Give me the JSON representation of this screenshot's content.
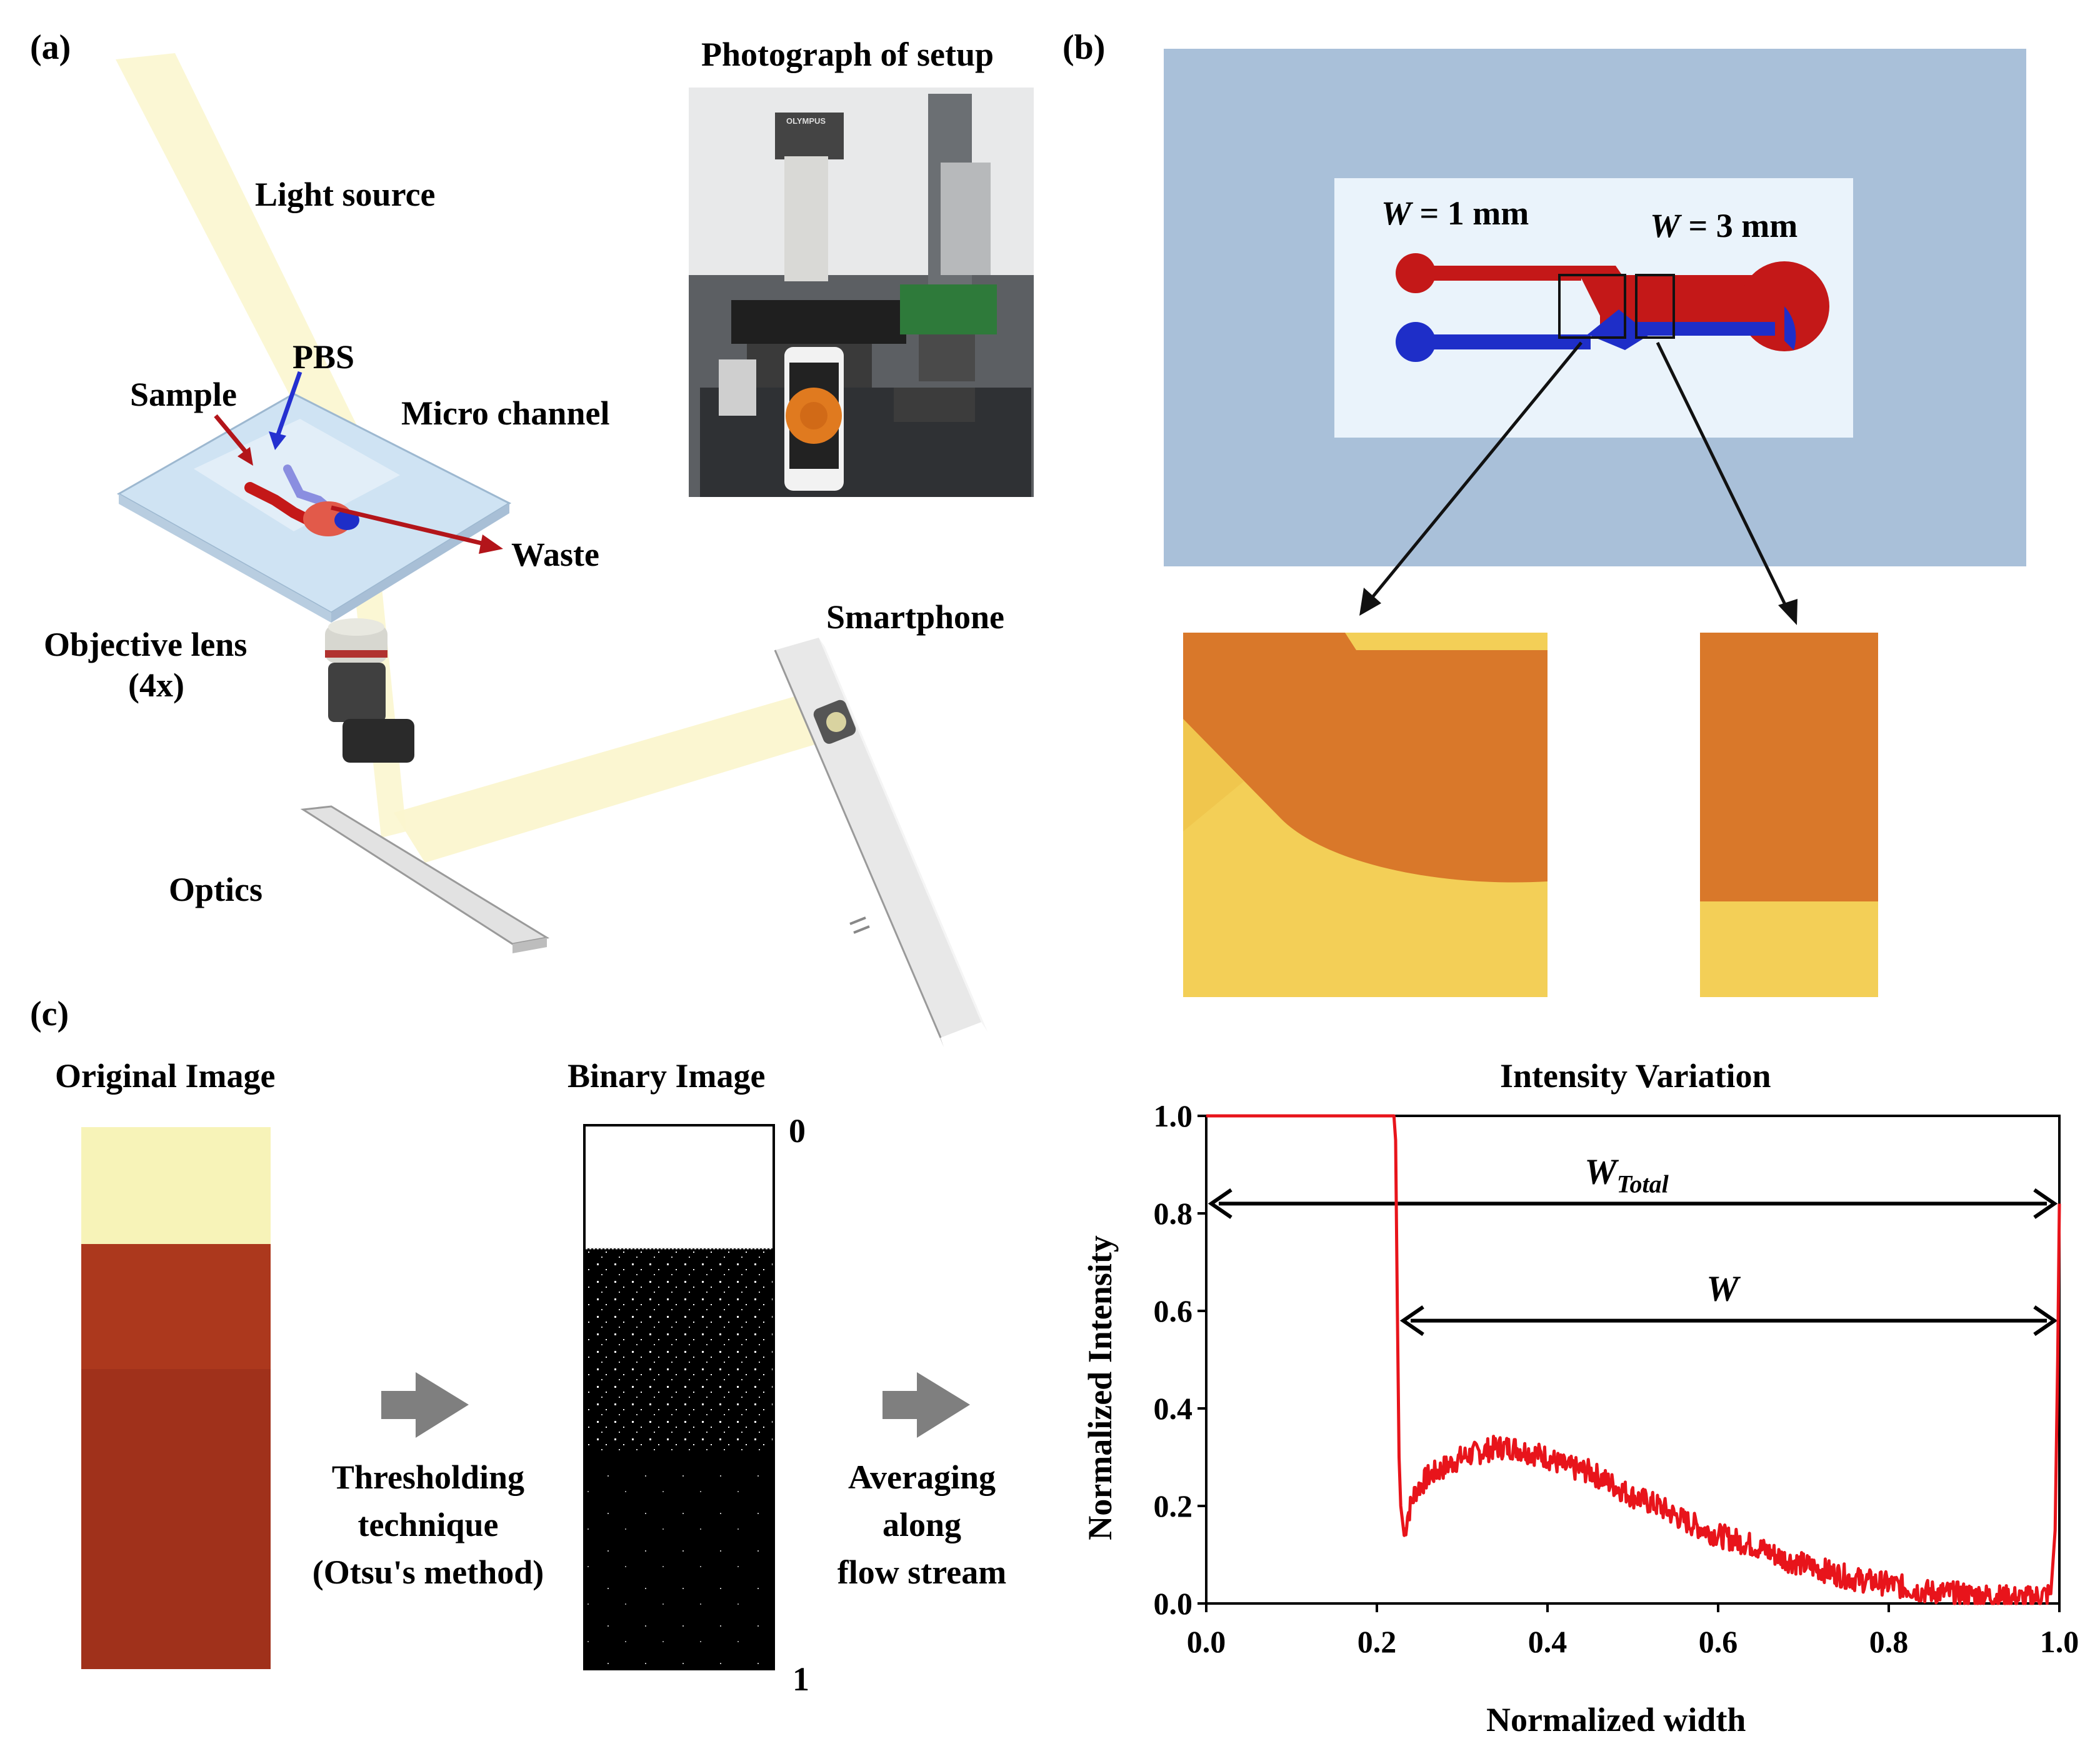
{
  "panel_labels": {
    "a": "(a)",
    "b": "(b)",
    "c": "(c)"
  },
  "panel_a": {
    "photo_title": "Photograph of setup",
    "light_source": "Light source",
    "pbs": "PBS",
    "sample": "Sample",
    "micro_channel": "Micro channel",
    "waste": "Waste",
    "objective_lens": "Objective lens",
    "magnification": "(4x)",
    "smartphone": "Smartphone",
    "optics": "Optics",
    "photo_brand": "OLYMPUS"
  },
  "panel_b": {
    "w1_var": "W",
    "w1_value": " = 1 mm",
    "w3_var": "W",
    "w3_value": " = 3 mm"
  },
  "panel_c": {
    "original_title": "Original Image",
    "binary_title": "Binary Image",
    "binary_top": "0",
    "binary_bottom": "1",
    "step1_line1": "Thresholding",
    "step1_line2": "technique",
    "step1_line3": "(Otsu's method)",
    "step2_line1": "Averaging",
    "step2_line2": "along",
    "step2_line3": "flow stream"
  },
  "chart_data": {
    "type": "line",
    "title": "Intensity Variation",
    "xlabel": "Normalized width",
    "ylabel": "Normalized Intensity",
    "xlim": [
      0.0,
      1.0
    ],
    "ylim": [
      0.0,
      1.0
    ],
    "xticks": [
      "0.0",
      "0.2",
      "0.4",
      "0.6",
      "0.8",
      "1.0"
    ],
    "yticks": [
      "0.0",
      "0.2",
      "0.4",
      "0.6",
      "0.8",
      "1.0"
    ],
    "grid": false,
    "annotations": [
      {
        "label": "W",
        "subscript": "Total",
        "from": 0.0,
        "to": 1.0,
        "y": 0.82
      },
      {
        "label": "W",
        "subscript": "",
        "from": 0.225,
        "to": 1.0,
        "y": 0.58
      }
    ],
    "series": [
      {
        "color": "#e8141b",
        "x": [
          0.0,
          0.22,
          0.222,
          0.224,
          0.226,
          0.228,
          0.232,
          0.236,
          0.245,
          0.26,
          0.28,
          0.3,
          0.32,
          0.34,
          0.36,
          0.38,
          0.4,
          0.42,
          0.45,
          0.48,
          0.5,
          0.53,
          0.56,
          0.6,
          0.64,
          0.68,
          0.72,
          0.76,
          0.8,
          0.84,
          0.88,
          0.92,
          0.96,
          0.99,
          0.995,
          0.998,
          1.0
        ],
        "y": [
          1.0,
          1.0,
          0.95,
          0.6,
          0.3,
          0.2,
          0.14,
          0.18,
          0.23,
          0.26,
          0.28,
          0.3,
          0.31,
          0.32,
          0.32,
          0.31,
          0.3,
          0.28,
          0.27,
          0.24,
          0.22,
          0.2,
          0.17,
          0.14,
          0.12,
          0.09,
          0.07,
          0.05,
          0.04,
          0.025,
          0.02,
          0.015,
          0.01,
          0.02,
          0.15,
          0.5,
          0.82
        ]
      }
    ]
  },
  "colors": {
    "beam": "#fbf5c8",
    "blood": "#c41818",
    "pbs": "#1e2ec8",
    "chip_bg": "#a9c0d9",
    "orange": "#d9782a",
    "yellow": "#f3cf57",
    "curve": "#e8141b"
  }
}
